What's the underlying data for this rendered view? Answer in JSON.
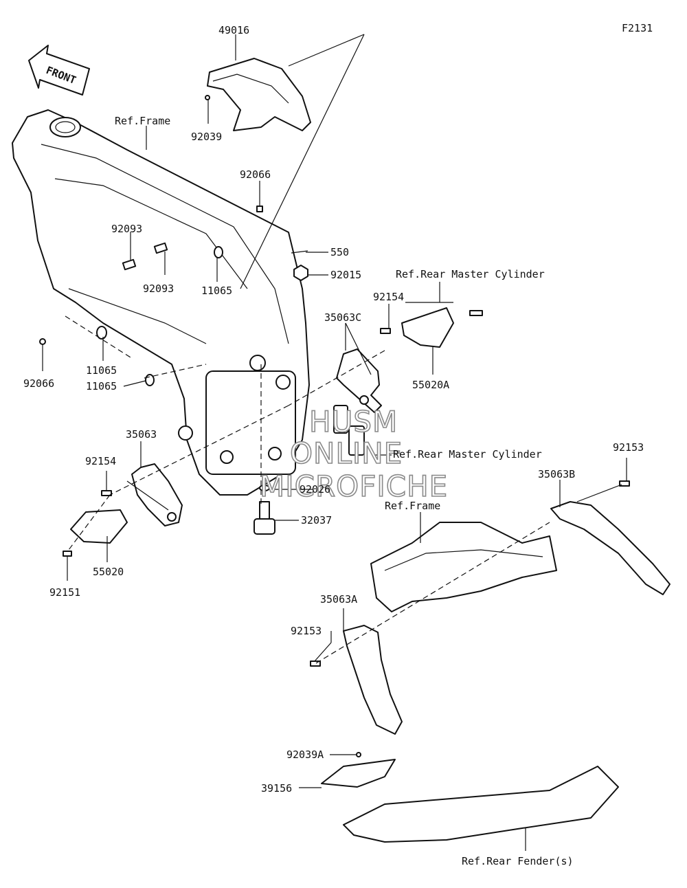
{
  "diagram_code": "F2131",
  "front_arrow_label": "FRONT",
  "watermark": [
    "HUSM",
    "ONLINE",
    "MICROFICHE"
  ],
  "labels": {
    "p49016": "49016",
    "p92039": "92039",
    "ref_frame_1": "Ref.Frame",
    "p92066_top": "92066",
    "p92093_a": "92093",
    "p92093_b": "92093",
    "p11065_a": "11065",
    "p550": "550",
    "p92015": "92015",
    "ref_rear_master_1": "Ref.Rear Master Cylinder",
    "p92154_right": "92154",
    "p35063C": "35063C",
    "p55020A": "55020A",
    "p92066_left": "92066",
    "p11065_b": "11065",
    "p11065_c": "11065",
    "p35063": "35063",
    "p92154_left": "92154",
    "ref_rear_master_2": "Ref.Rear Master Cylinder",
    "p92153_top": "92153",
    "p35063B": "35063B",
    "p92026": "92026",
    "ref_frame_2": "Ref.Frame",
    "p32037": "32037",
    "p55020": "55020",
    "p92151": "92151",
    "p35063A": "35063A",
    "p92153_mid": "92153",
    "p92039A": "92039A",
    "p39156": "39156",
    "ref_rear_fender": "Ref.Rear Fender(s)"
  }
}
